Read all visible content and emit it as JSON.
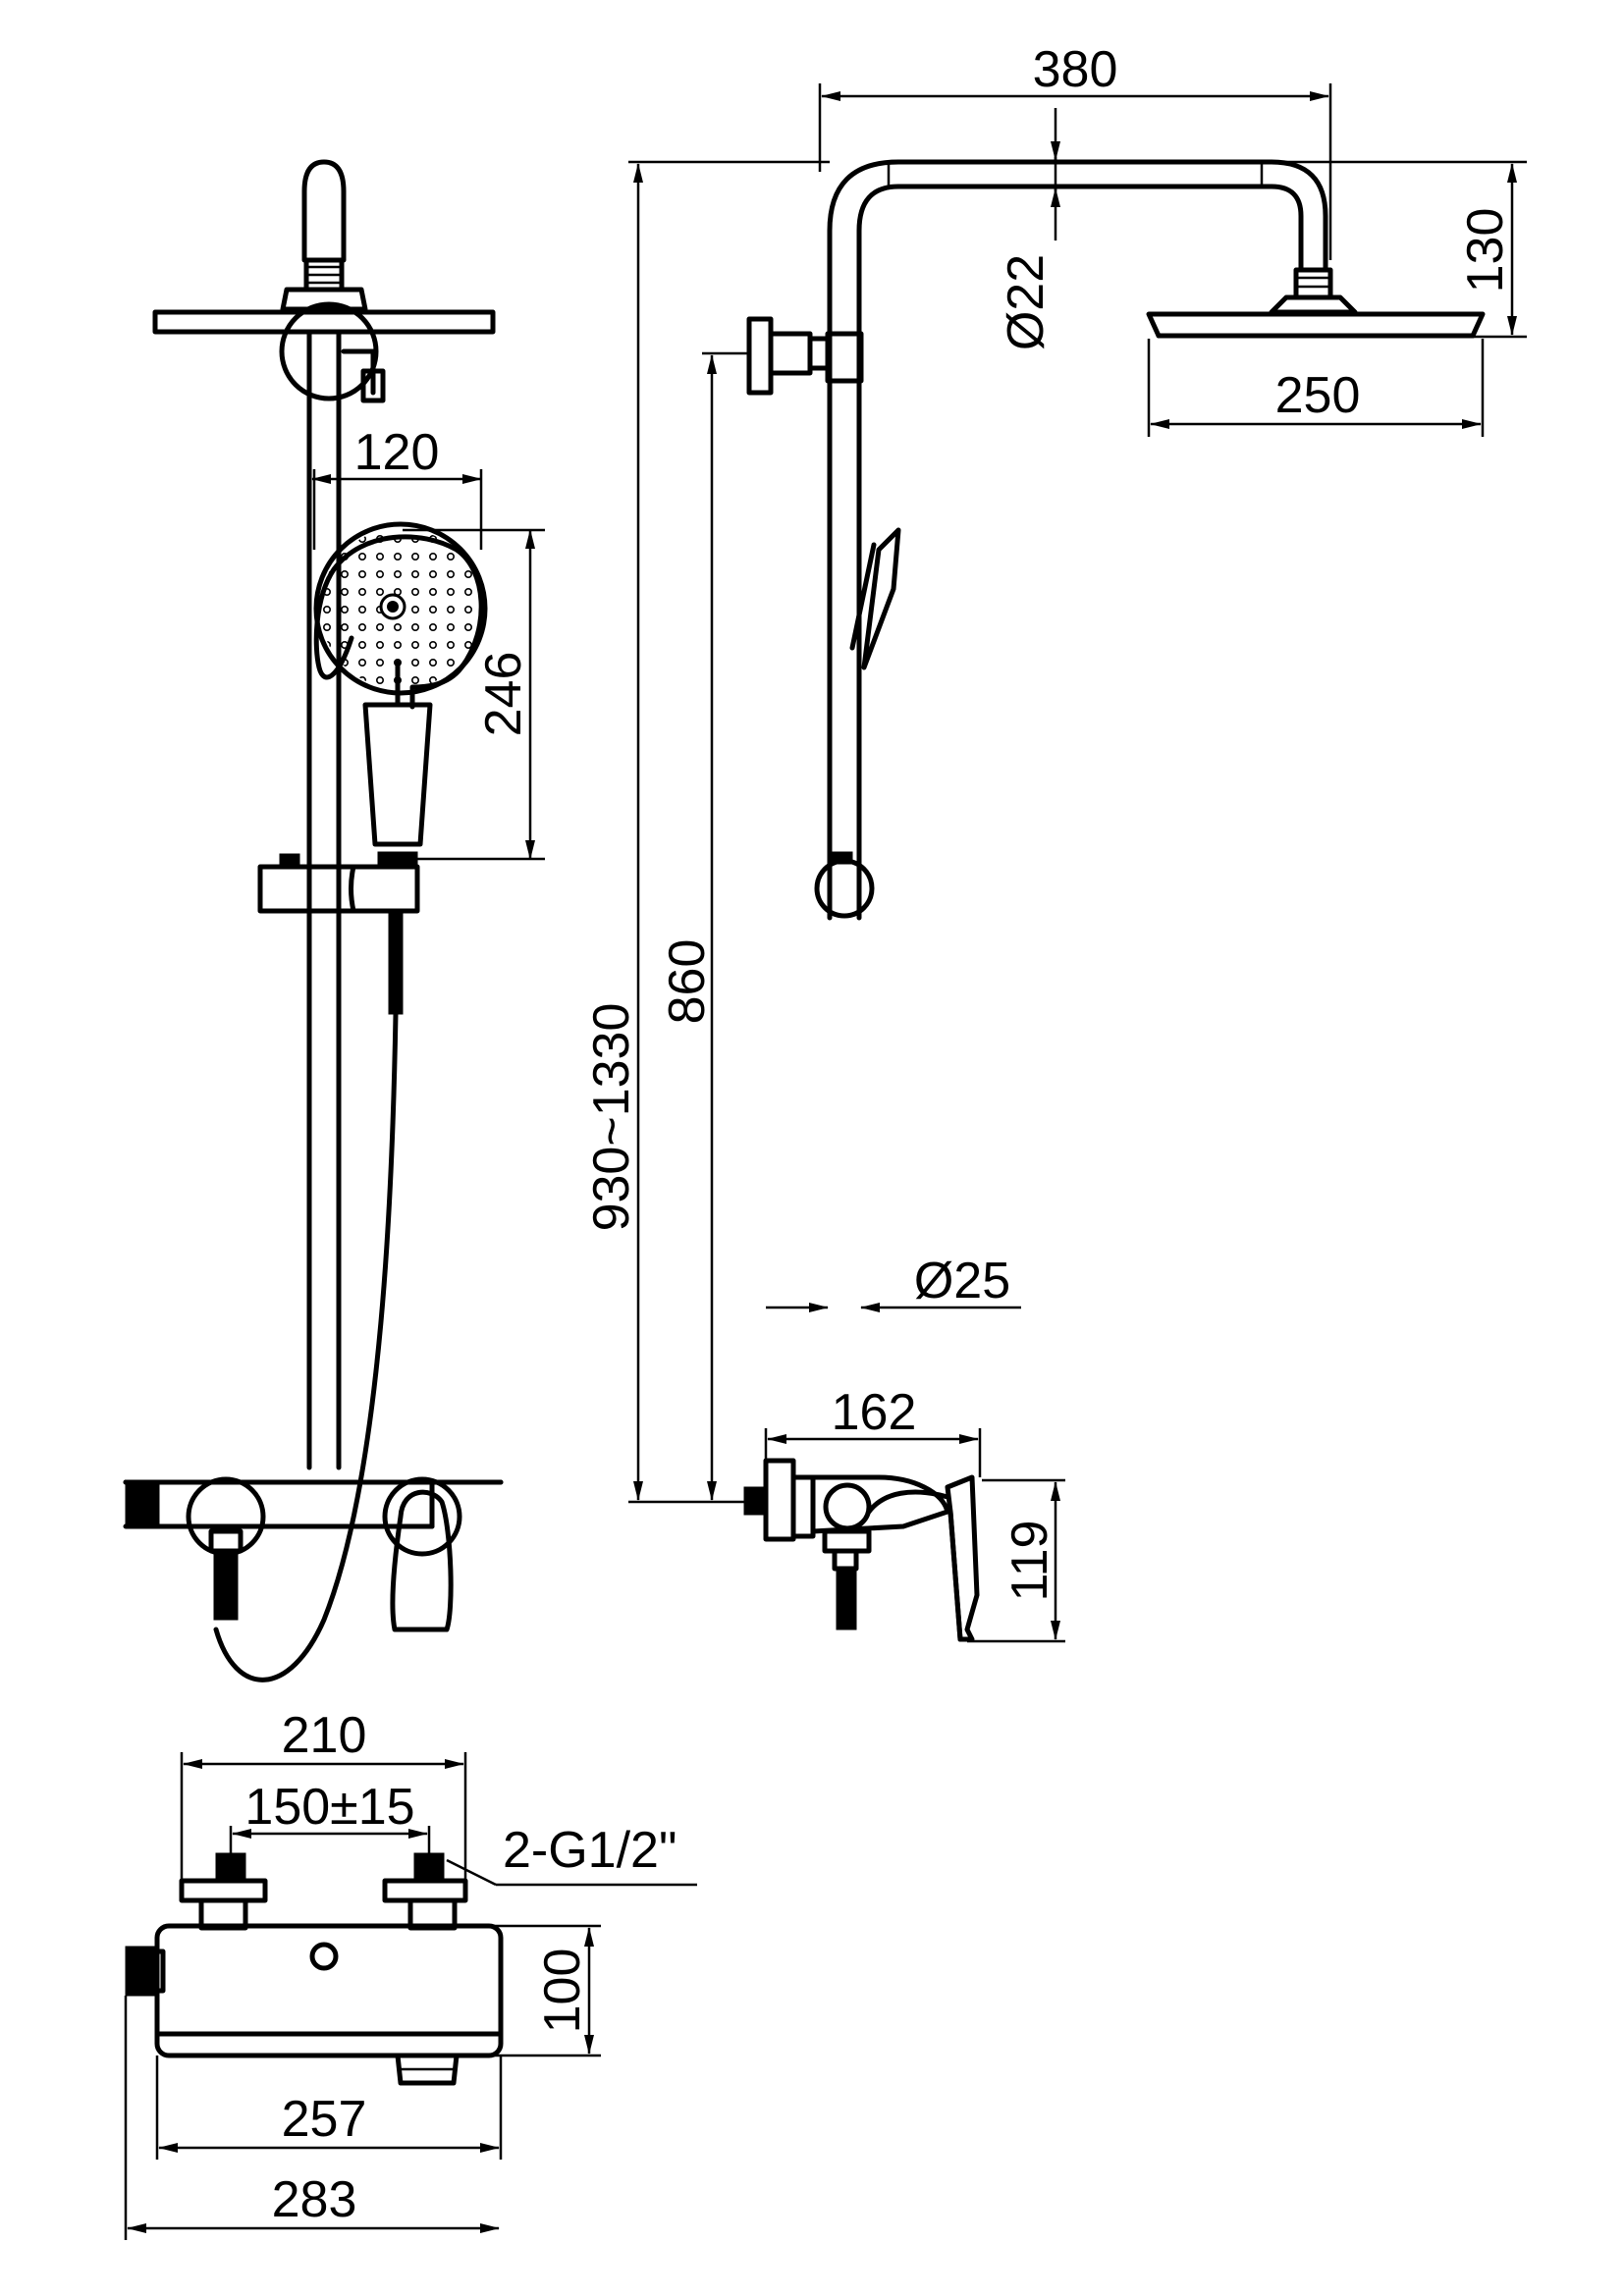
{
  "dimensions": {
    "hand_shower_width": "120",
    "hand_shower_length": "246",
    "arm_reach": "380",
    "arm_diameter": "Ø22",
    "head_height": "130",
    "head_diameter": "250",
    "total_height": "930~1330",
    "rail_height": "860",
    "pipe_diameter": "Ø25",
    "mixer_projection": "162",
    "mixer_height": "119",
    "body_width": "210",
    "inlet_centers": "150±15",
    "inlet_thread": "2-G1/2\"",
    "body_depth": "100",
    "body_length": "257",
    "overall_length": "283"
  }
}
